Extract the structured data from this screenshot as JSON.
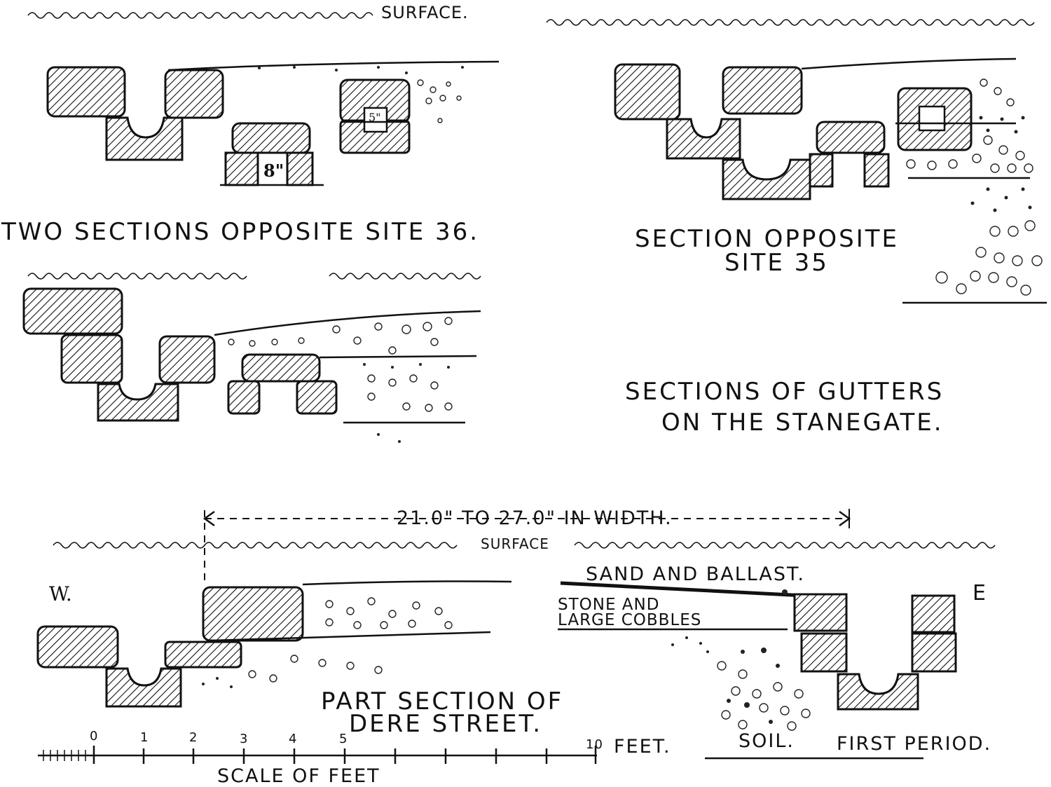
{
  "labels": {
    "surface_top": "SURFACE.",
    "dim_8": "8\"",
    "dim_5": "5\"",
    "two_sections": "TWO SECTIONS OPPOSITE SITE 36.",
    "section_opp_line1": "SECTION OPPOSITE",
    "section_opp_line2": "SITE 35",
    "gutters_line1": "SECTIONS OF GUTTERS",
    "gutters_line2": "ON THE STANEGATE.",
    "width_note": "21.0\" TO 27.0\" IN WIDTH.",
    "surface_lower": "SURFACE",
    "west": "W.",
    "east": "E",
    "sand_ballast": "SAND AND BALLAST.",
    "stone_cobbles_line1": "STONE AND",
    "stone_cobbles_line2": "LARGE COBBLES",
    "dere_line1": "PART SECTION OF",
    "dere_line2": "DERE STREET.",
    "soil": "SOIL.",
    "first_period": "FIRST PERIOD.",
    "scale_title": "SCALE OF FEET",
    "feet_unit": "FEET."
  },
  "scale_ticks": [
    "0",
    "1",
    "2",
    "3",
    "4",
    "5",
    "10"
  ]
}
